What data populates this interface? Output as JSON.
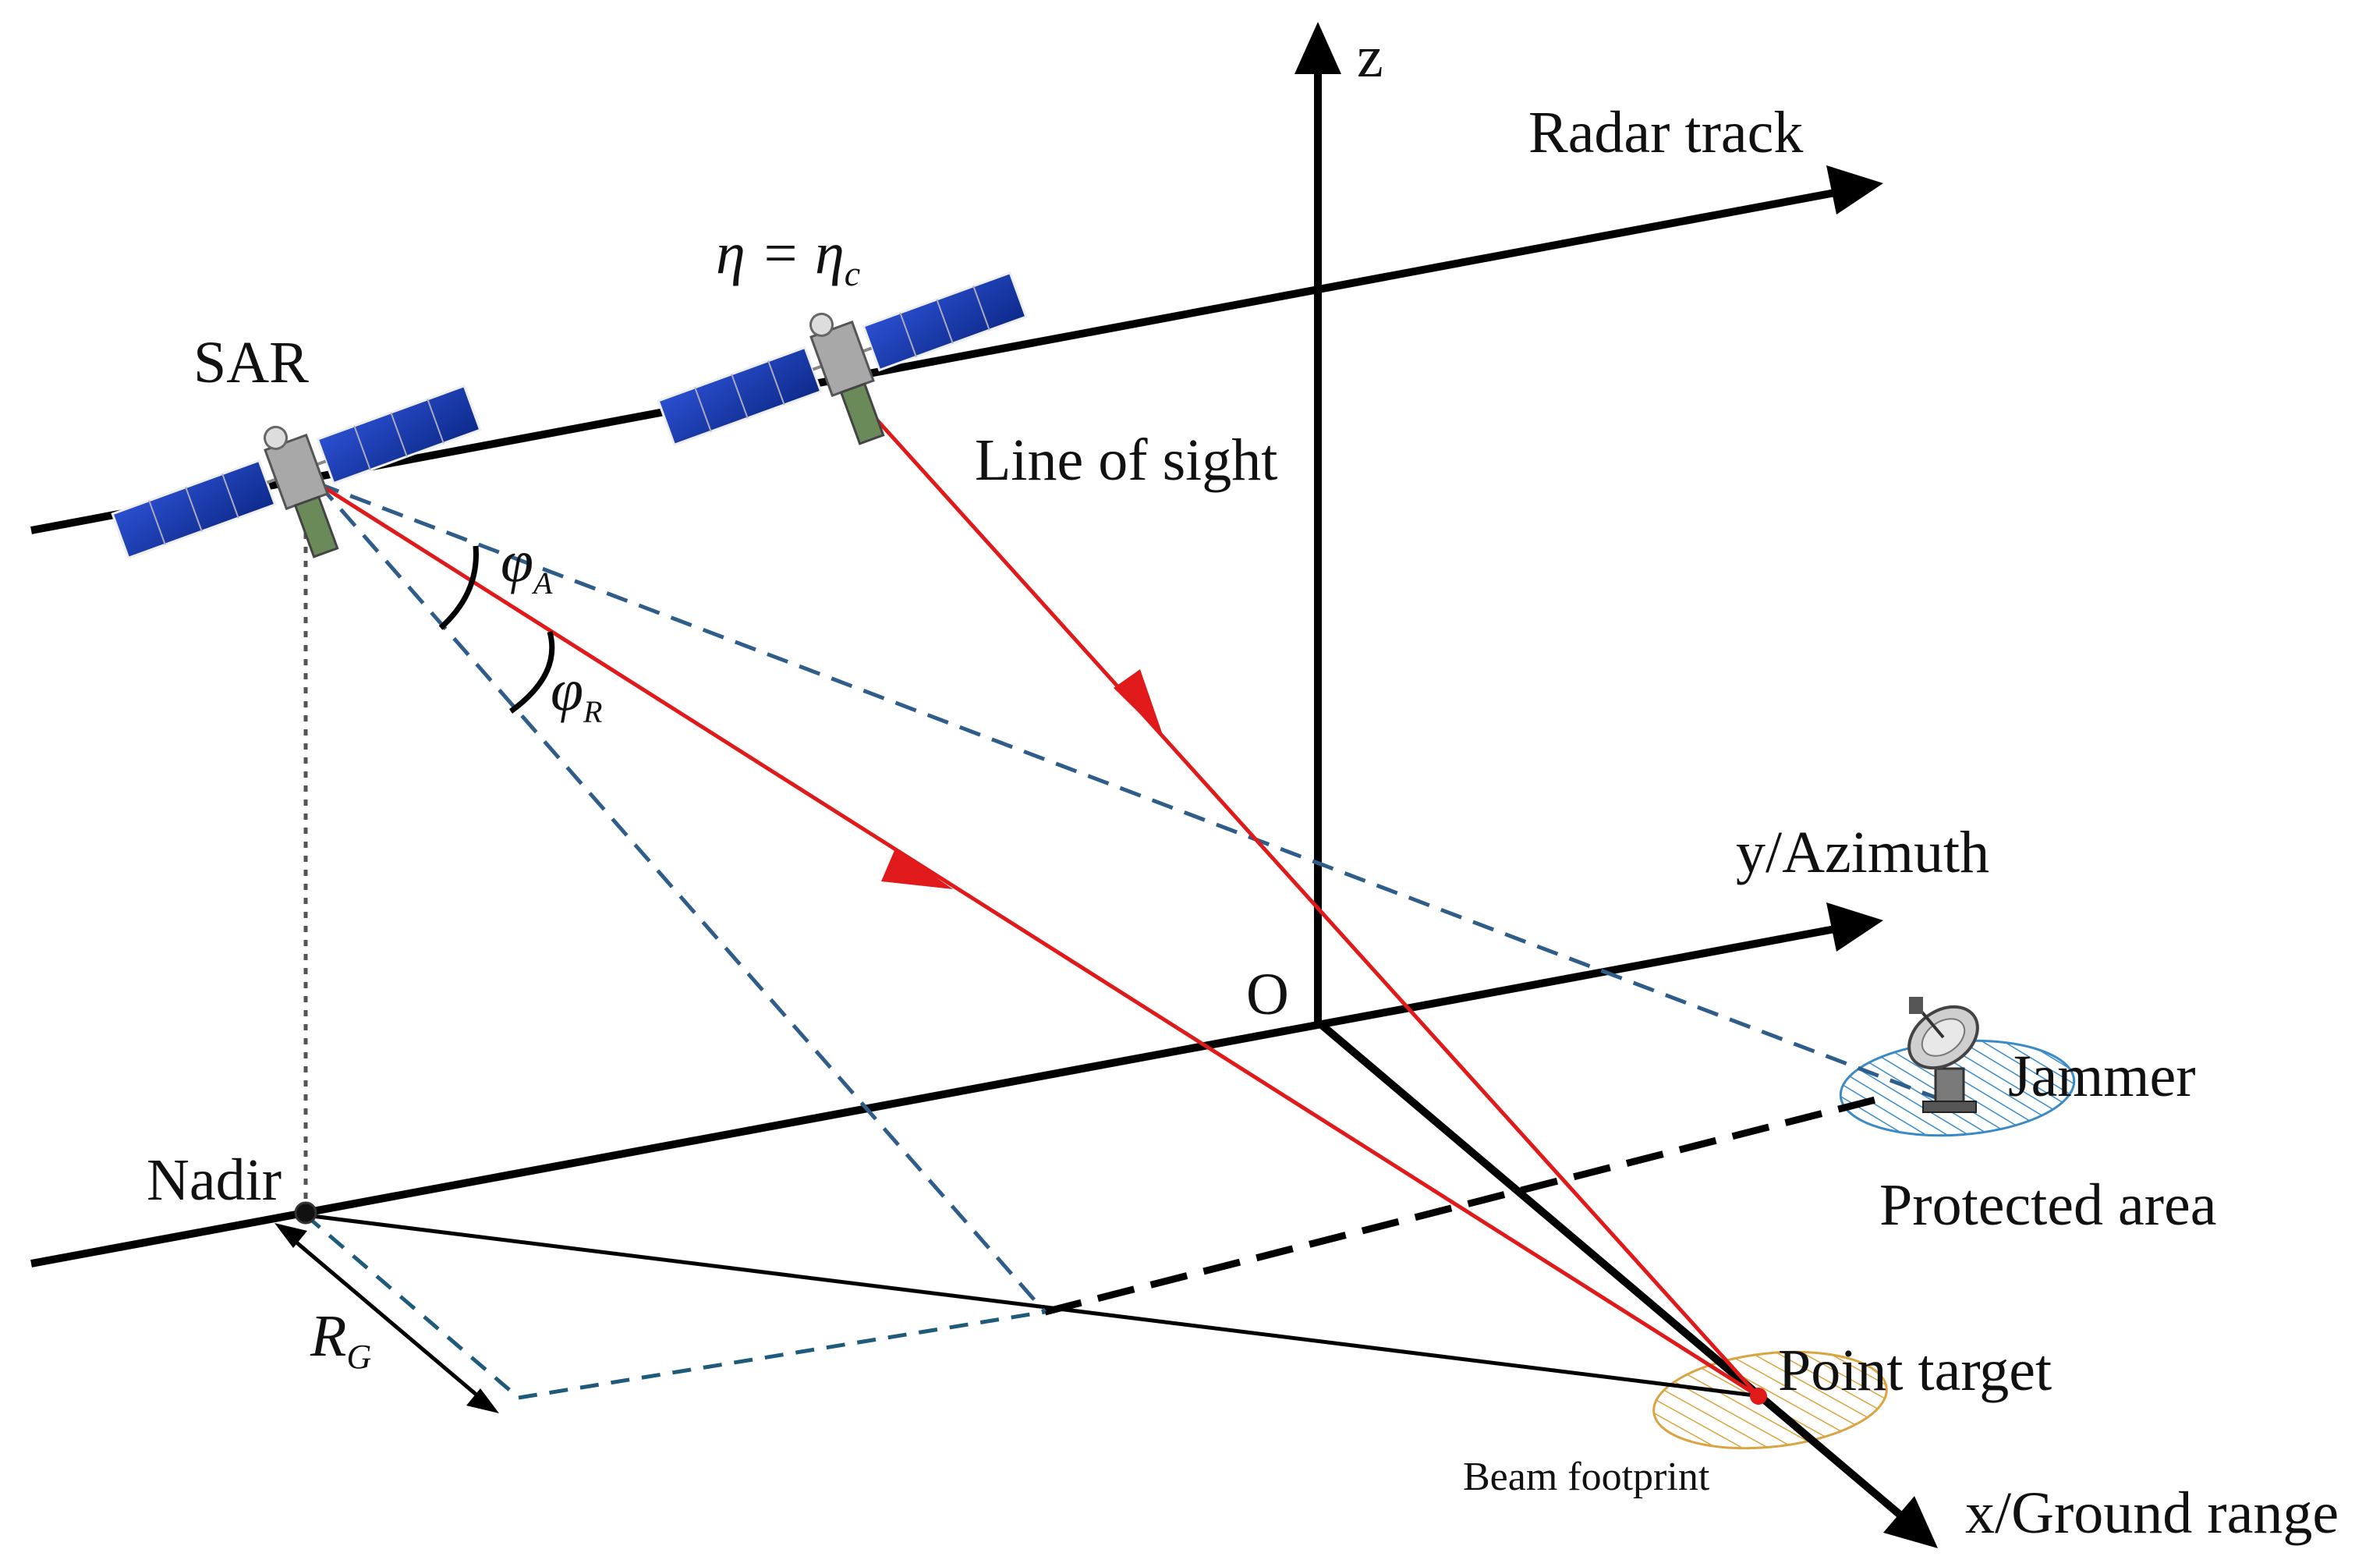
{
  "labels": {
    "z_axis": "z",
    "radar_track": "Radar track",
    "eta_lhs": "η = η",
    "eta_sub": "c",
    "sar": "SAR",
    "line_of_sight": "Line of sight",
    "phi_a": "φ",
    "phi_a_sub": "A",
    "phi_r": "φ",
    "phi_r_sub": "R",
    "y_axis": "y/Azimuth",
    "origin": "O",
    "jammer": "Jammer",
    "protected_area": "Protected area",
    "nadir": "Nadir",
    "rg": "R",
    "rg_sub": "G",
    "point_target": "Point target",
    "beam_footprint": "Beam footprint",
    "x_axis": "x/Ground range"
  },
  "colors": {
    "axis": "#000000",
    "line_of_sight": "#e01a1a",
    "beam_dashed": "#2f5d8a",
    "rg_dashed": "#1e5a7a",
    "nadir_dotted": "#555555",
    "protected_hatch": "#3a8ac8",
    "footprint_hatch": "#d9a441",
    "satellite_panel": "#1233a8",
    "satellite_body": "#9a9a9a"
  },
  "icons": {
    "satellite_1": "satellite-icon",
    "satellite_2": "satellite-icon",
    "jammer": "radar-dish-icon"
  }
}
